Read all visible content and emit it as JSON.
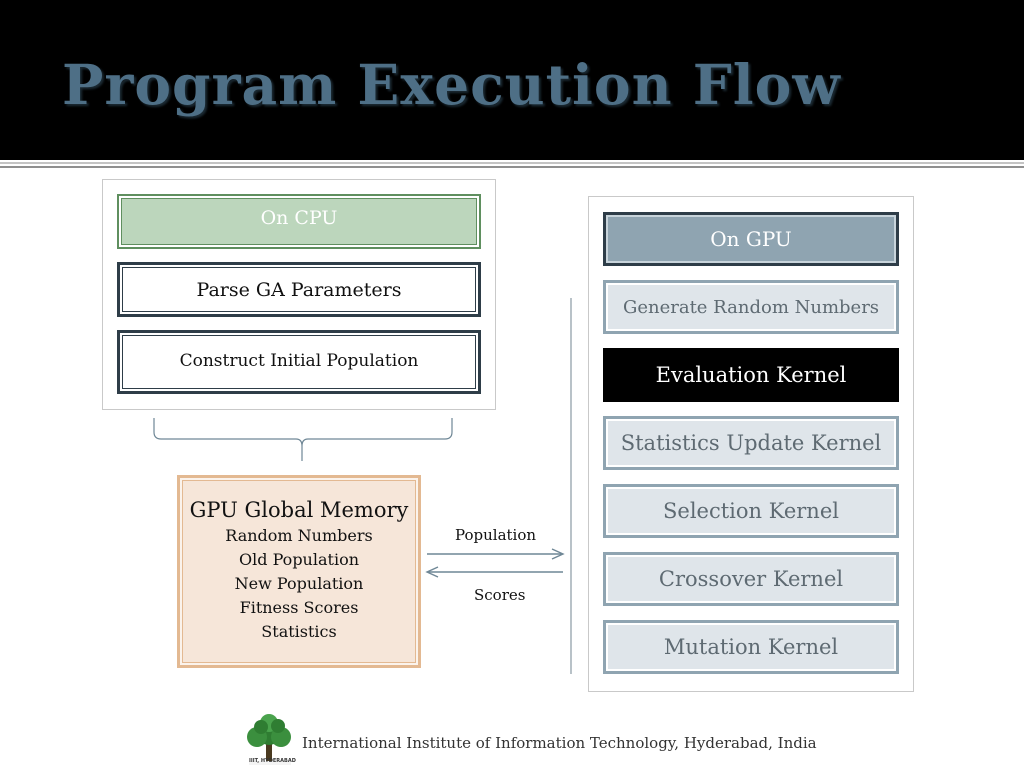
{
  "slide": {
    "title": "Program Execution Flow"
  },
  "cpu": {
    "header": "On CPU",
    "steps": [
      "Parse GA Parameters",
      "Construct Initial Population"
    ]
  },
  "gpu": {
    "header": "On GPU",
    "kernels": [
      "Generate Random Numbers",
      "Evaluation Kernel",
      "Statistics Update Kernel",
      "Selection Kernel",
      "Crossover Kernel",
      "Mutation Kernel"
    ],
    "active_kernel": "Evaluation Kernel"
  },
  "memory": {
    "title": "GPU Global Memory",
    "items": [
      "Random Numbers",
      "Old Population",
      "New Population",
      "Fitness Scores",
      "Statistics"
    ]
  },
  "arrows": {
    "to_gpu": "Population",
    "to_memory": "Scores"
  },
  "footer": {
    "institute": "International Institute of Information Technology, Hyderabad, India",
    "logo_caption": "IIIT, HYDERABAD"
  },
  "colors": {
    "title": "#4e6f86",
    "cpu_header": "#bcd6bc",
    "gpu_header": "#8fa4b1",
    "gpu_kernel": "#dfe5ea",
    "active_kernel": "#000000",
    "memory": "#f6e6d9"
  }
}
